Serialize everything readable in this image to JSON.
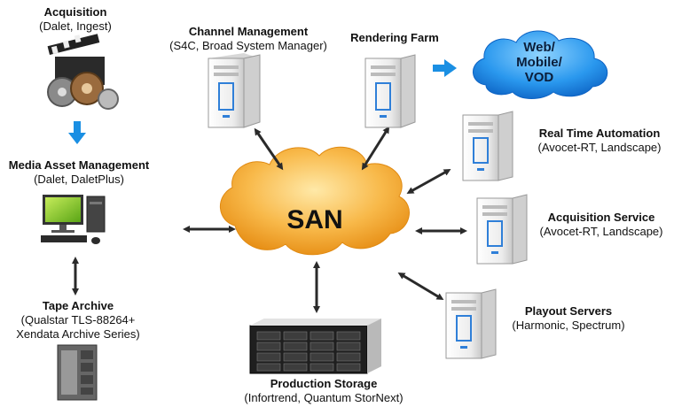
{
  "nodes": {
    "acquisition": {
      "title": "Acquisition",
      "sub": "(Dalet, Ingest)"
    },
    "mam": {
      "title": "Media Asset Management",
      "sub": "(Dalet, DaletPlus)"
    },
    "tape": {
      "title": "Tape Archive",
      "sub1": "(Qualstar TLS-88264+",
      "sub2": "Xendata Archive Series)"
    },
    "channel": {
      "title": "Channel Management",
      "sub": "(S4C, Broad System Manager)"
    },
    "rendering": {
      "title": "Rendering Farm"
    },
    "web": {
      "line1": "Web/",
      "line2": "Mobile/",
      "line3": "VOD"
    },
    "rta": {
      "title": "Real Time Automation",
      "sub": "(Avocet-RT, Landscape)"
    },
    "acqsvc": {
      "title": "Acquisition Service",
      "sub": "(Avocet-RT, Landscape)"
    },
    "playout": {
      "title": "Playout Servers",
      "sub": "(Harmonic, Spectrum)"
    },
    "storage": {
      "title": "Production Storage",
      "sub": "(Infortrend, Quantum StorNext)"
    },
    "san": {
      "label": "SAN"
    }
  },
  "colors": {
    "cloud_orange": "#f5a623",
    "cloud_blue": "#1f8be0",
    "arrow_blue": "#1a8fe3",
    "arrow_dark": "#2a2a2a",
    "server": "#f2f2f2",
    "server_accent": "#2f7fd8"
  }
}
